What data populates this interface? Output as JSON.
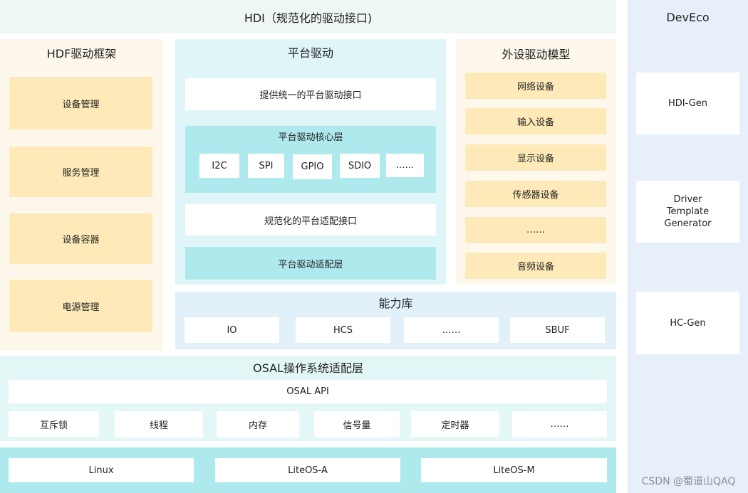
{
  "hdi": {
    "title": "HDI（规范化的驱动接口)"
  },
  "hdf": {
    "title": "HDF驱动框架",
    "items": [
      "设备管理",
      "服务管理",
      "设备容器",
      "电源管理"
    ]
  },
  "platform": {
    "title": "平台驱动",
    "unified_interface": "提供统一的平台驱动接口",
    "core": {
      "title": "平台驱动核心层",
      "items": [
        "I2C",
        "SPI",
        "GPIO",
        "SDIO",
        "……"
      ]
    },
    "adapter_interface": "规范化的平台适配接口",
    "adapter_layer": "平台驱动适配层"
  },
  "peripheral": {
    "title": "外设驱动模型",
    "items": [
      "网络设备",
      "输入设备",
      "显示设备",
      "传感器设备",
      "……",
      "音频设备"
    ]
  },
  "capability": {
    "title": "能力库",
    "items": [
      "IO",
      "HCS",
      "……",
      "SBUF"
    ]
  },
  "osal": {
    "title": "OSAL操作系统适配层",
    "api": "OSAL API",
    "items": [
      "互斥锁",
      "线程",
      "内存",
      "信号量",
      "定时器",
      "……"
    ]
  },
  "os": {
    "items": [
      "Linux",
      "LiteOS-A",
      "LiteOS-M"
    ]
  },
  "deveco": {
    "title": "DevEco",
    "tools": [
      "HDI-Gen",
      "Driver\nTemplate\nGenerator",
      "HC-Gen"
    ]
  },
  "watermark": "CSDN @蜀道山QAQ",
  "colors": {
    "hdi_band": "#eef7f2",
    "hdf_panel": "#fef8ec",
    "hdf_item": "#fdeab8",
    "platform_panel": "#e0f5f8",
    "core_panel": "#aee9ee",
    "capability_panel": "#e2f0fa",
    "osal_panel": "#e4f7f7",
    "os_band": "#aee9ee",
    "deveco_panel": "#e7f0fa"
  }
}
